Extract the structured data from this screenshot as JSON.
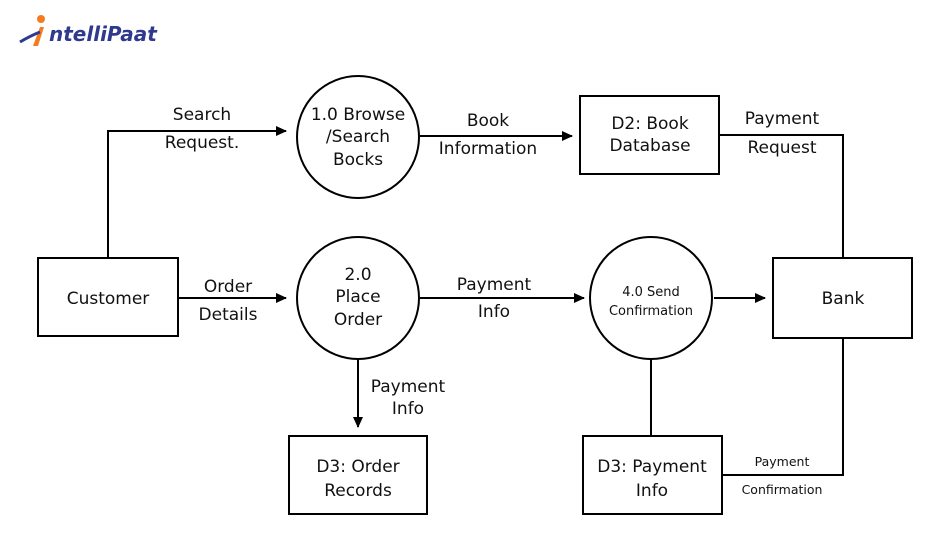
{
  "logo": {
    "text": "ntelliPaat"
  },
  "nodes": {
    "customer": "Customer",
    "bank": "Bank",
    "browse": [
      "1.0 Browse",
      "/Search",
      "Bocks"
    ],
    "place_order": [
      "2.0",
      "Place",
      "Order"
    ],
    "send_confirmation": [
      "4.0 Send",
      "Confirmation"
    ],
    "book_db": [
      "D2: Book",
      "Database"
    ],
    "order_records": [
      "D3: Order",
      "Records"
    ],
    "payment_info_store": [
      "D3: Payment",
      "Info"
    ]
  },
  "flows": {
    "search_request": [
      "Search",
      "Request."
    ],
    "book_information": [
      "Book",
      "Information"
    ],
    "payment_request": [
      "Payment",
      "Request"
    ],
    "order_details": [
      "Order",
      "Details"
    ],
    "payment_info_main": [
      "Payment",
      "Info"
    ],
    "payment_info_down": [
      "Payment",
      "Info"
    ],
    "payment_confirmation": [
      "Payment",
      "Confirmation"
    ]
  },
  "colors": {
    "logo_orange": "#f47c20",
    "logo_blue": "#2f3a8f",
    "line": "#000000"
  }
}
